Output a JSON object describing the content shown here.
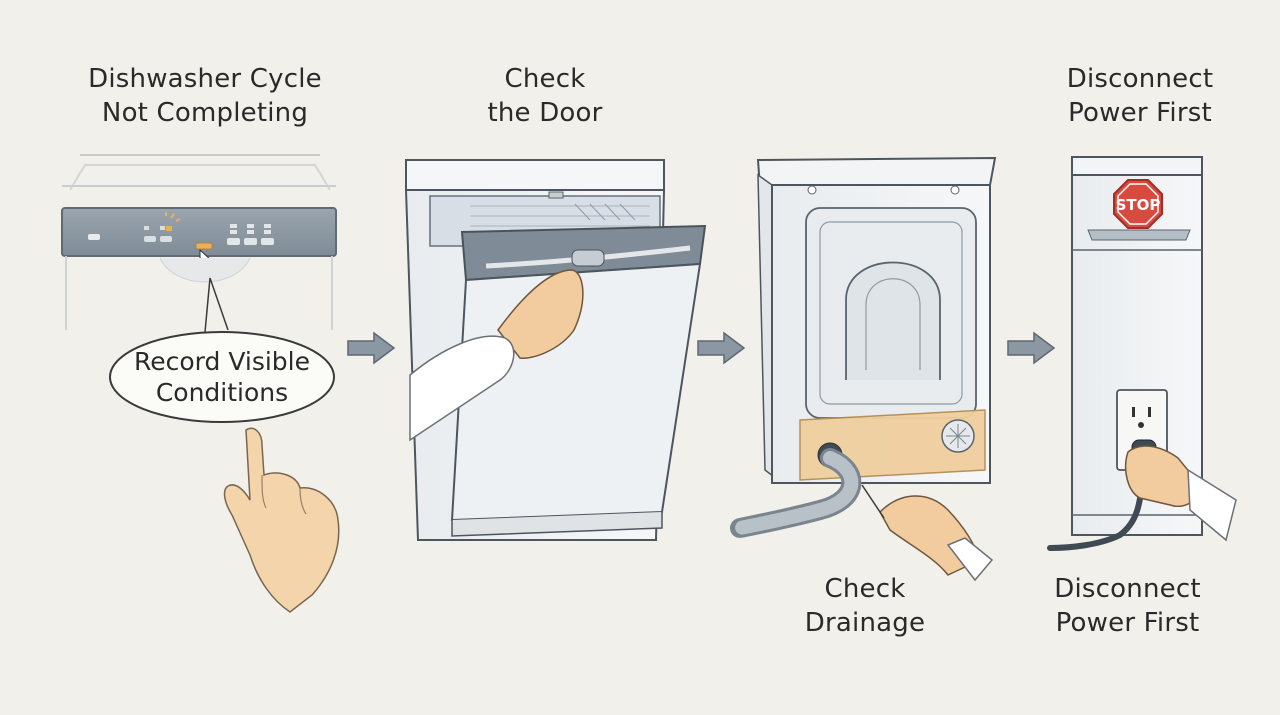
{
  "steps": [
    {
      "title_line1": "Dishwasher Cycle",
      "title_line2": "Not Completing"
    },
    {
      "title_line1": "Check",
      "title_line2": "the Door"
    },
    {
      "title_line1": "Disconnect",
      "title_line2": "Power First"
    }
  ],
  "callout": {
    "line1": "Record Visible",
    "line2": "Conditions"
  },
  "captions": {
    "drainage": {
      "line1": "Check",
      "line2": "Drainage"
    },
    "power": {
      "line1": "Disconnect",
      "line2": "Power First"
    }
  },
  "stop_sign_text": "STOP",
  "colors": {
    "background": "#f1f0eb",
    "panel": "#8d98a3",
    "accent": "#e9b060",
    "stop": "#d94a3e",
    "skin": "#f2cc9e",
    "arrow": "#8b98a3"
  },
  "icons": [
    "arrow-right-icon",
    "stop-sign-icon",
    "outlet-icon",
    "pointing-hand-icon"
  ]
}
